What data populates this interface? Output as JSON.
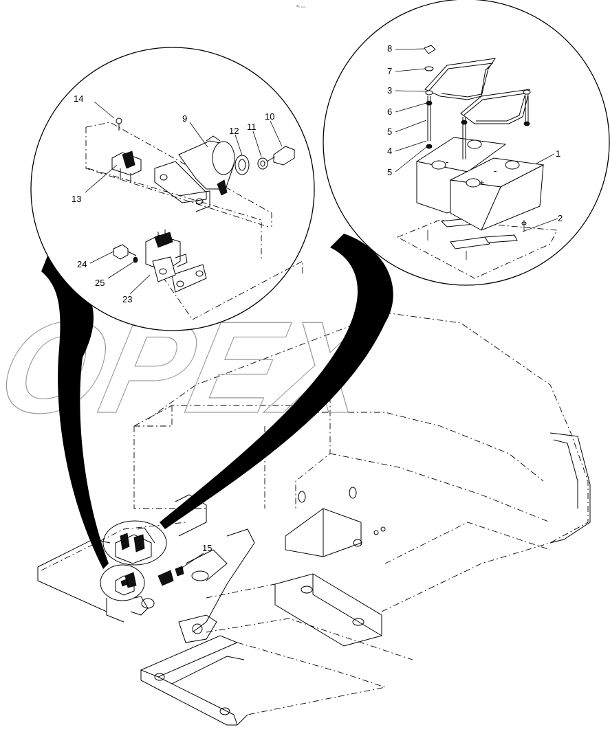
{
  "header": {
    "code": "ᵂₖ ₀₀₀"
  },
  "watermark": {
    "text": "OPEX"
  },
  "callouts": {
    "left": [
      {
        "id": "14",
        "label": "14"
      },
      {
        "id": "9",
        "label": "9"
      },
      {
        "id": "12",
        "label": "12"
      },
      {
        "id": "11",
        "label": "11"
      },
      {
        "id": "10",
        "label": "10"
      },
      {
        "id": "13",
        "label": "13"
      },
      {
        "id": "24",
        "label": "24"
      },
      {
        "id": "25",
        "label": "25"
      },
      {
        "id": "23",
        "label": "23"
      }
    ],
    "right": [
      {
        "id": "8",
        "label": "8"
      },
      {
        "id": "7",
        "label": "7"
      },
      {
        "id": "3",
        "label": "3"
      },
      {
        "id": "6",
        "label": "6"
      },
      {
        "id": "5a",
        "label": "5"
      },
      {
        "id": "4",
        "label": "4"
      },
      {
        "id": "5b",
        "label": "5"
      },
      {
        "id": "1",
        "label": "1"
      },
      {
        "id": "2",
        "label": "2"
      }
    ],
    "main": [
      {
        "id": "15",
        "label": "15"
      }
    ]
  },
  "battery": {
    "minus": "-",
    "plus": "+"
  },
  "colors": {
    "line": "#000000",
    "watermark": "#9a9a9a",
    "background": "#ffffff"
  }
}
